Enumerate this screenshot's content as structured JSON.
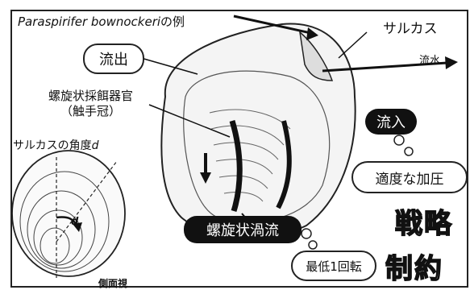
{
  "title": {
    "species": "Paraspirifer bownockeri",
    "suffix": "の例"
  },
  "labels": {
    "outflow": "流出",
    "sulcus": "サルカス",
    "water_flow": "流水",
    "organ_line1": "螺旋状採餌器官",
    "organ_line2": "（触手冠）",
    "inflow": "流入",
    "moderate_pressure": "適度な加圧",
    "spiral_vortex": "螺旋状渦流",
    "min_rotation": "最低1回転",
    "strategy": "戦略",
    "constraint": "制約",
    "sulcus_angle": "サルカスの角度",
    "angle_var": "d",
    "angle_mark": "d",
    "side_view": "側面視"
  }
}
